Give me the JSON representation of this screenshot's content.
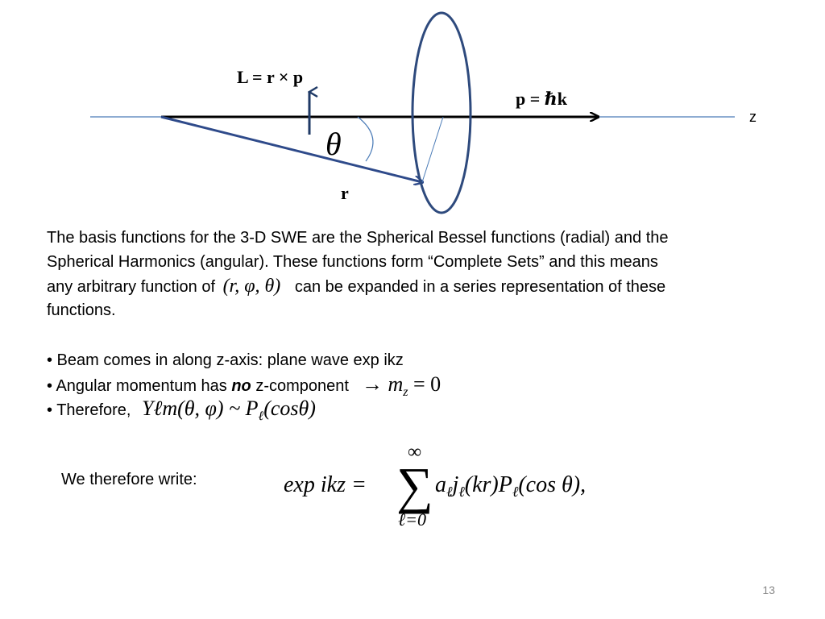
{
  "diagram": {
    "L_label": "L = r × p",
    "p_label": "p = ℏk",
    "theta_label": "θ",
    "r_label": "r",
    "z_label": "z",
    "colors": {
      "axis_line": "#4a7bb7",
      "ellipse": "#2e4a7d",
      "vector_r": "#2e4a8a",
      "arrow": "#000000"
    }
  },
  "intro": {
    "line1": "The basis functions for the 3-D SWE are the Spherical Bessel functions (radial) and the",
    "line2": "Spherical Harmonics (angular).   These functions form “Complete Sets” and this means",
    "line3_pre": "any arbitrary function of ",
    "line3_math": "(r, φ, θ)",
    "line3_post": " can be expanded in a series representation of these",
    "line4": "functions."
  },
  "bullets": {
    "b1": "• Beam comes in along z-axis:  plane wave  exp ikz",
    "b2_pre": "• Angular momentum has ",
    "b2_em": "no",
    "b2_post": " z-component",
    "b2_math": "→ m",
    "b2_math_sub": "z",
    "b2_math_tail": " = 0",
    "b3_pre": "• Therefore, ",
    "b3_math": "Yℓm(θ, φ) ~ P",
    "b3_math_sub": "ℓ",
    "b3_math_tail": "(cosθ)"
  },
  "equation": {
    "label": "We therefore write:",
    "lhs": "exp ikz =",
    "sum_symbol": "∑",
    "upper": "∞",
    "lower": "ℓ=0",
    "rhs": "a",
    "rhs_sub1": "ℓ",
    "rhs_j": "j",
    "rhs_sub2": "ℓ",
    "rhs_kr": "(kr)P",
    "rhs_sub3": "ℓ",
    "rhs_tail": "(cos θ),"
  },
  "page_number": "13"
}
